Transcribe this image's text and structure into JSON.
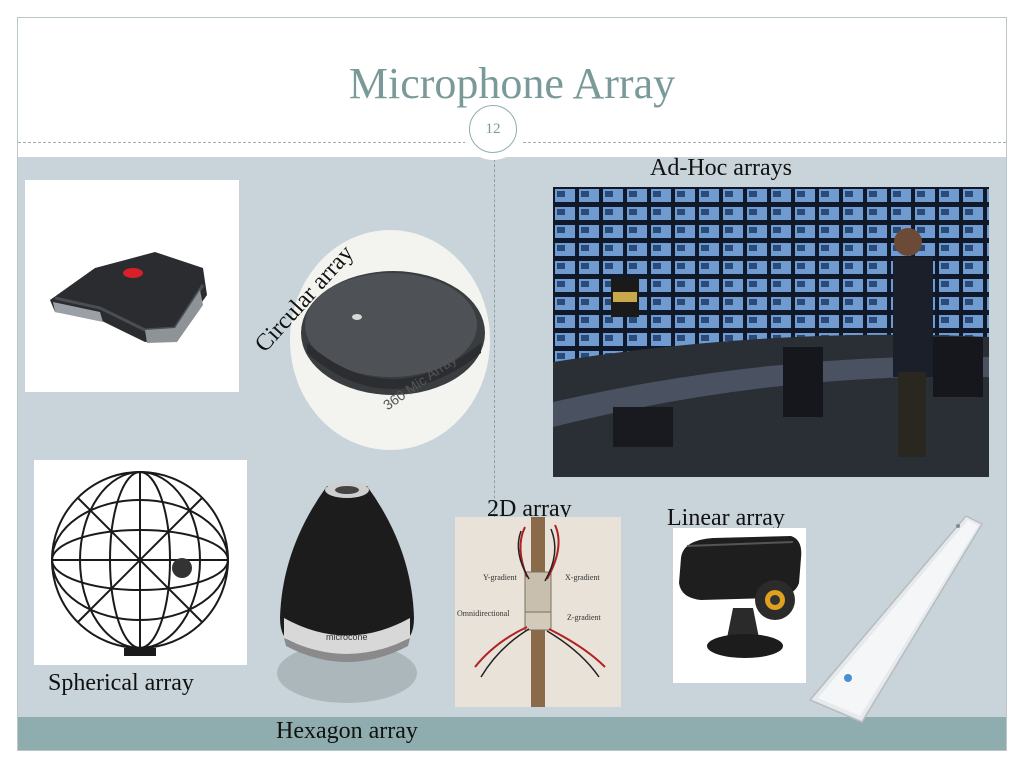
{
  "slide": {
    "title": "Microphone Array",
    "page_number": "12"
  },
  "labels": {
    "circular": "Circular array",
    "adhoc": "Ad-Hoc arrays",
    "spherical": "Spherical array",
    "hexagon": "Hexagon array",
    "two_d": "2D array",
    "linear": "Linear array"
  },
  "image_text": {
    "mic_360": "360 Mic Array",
    "microcone": "microcone",
    "y_gradient": "Y-gradient",
    "x_gradient": "X-gradient",
    "omnidirectional": "Omnidirectional",
    "z_gradient": "Z-gradient"
  },
  "colors": {
    "title": "#7a9a9a",
    "content_bg": "#c8d4d9",
    "footer_band": "#8fadae"
  }
}
